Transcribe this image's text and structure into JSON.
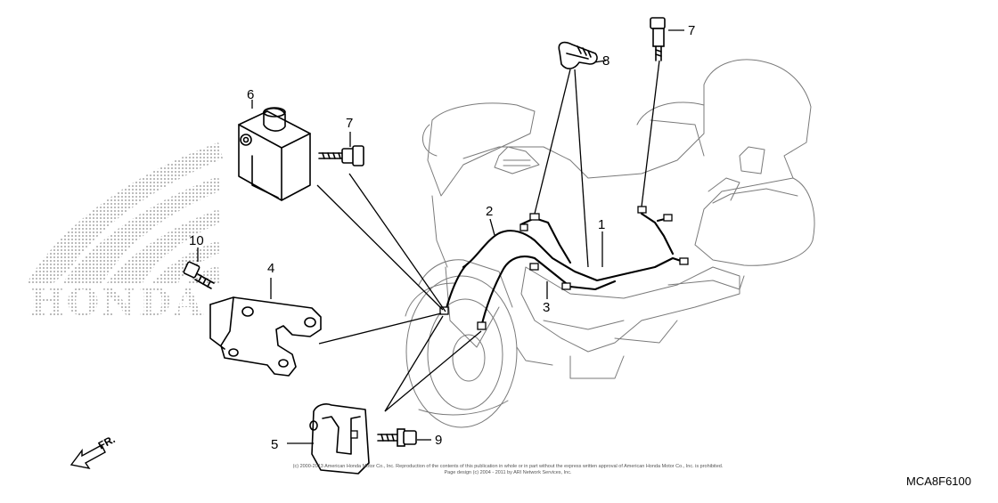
{
  "diagram": {
    "callouts": [
      "1",
      "2",
      "3",
      "4",
      "5",
      "6",
      "7",
      "7",
      "8",
      "9",
      "10"
    ],
    "front_label": "FR.",
    "brand_watermark": "HONDA",
    "copyright": [
      "(c) 2000-2013 American Honda Motor Co., Inc. Reproduction of the contents of this publication in whole or in part without the express written approval of American Honda Motor Co., Inc. is prohibited.",
      "Page design (c) 2004 - 2011 by ARI Network Services, Inc."
    ],
    "drawing_code": "MCA8F6100"
  }
}
